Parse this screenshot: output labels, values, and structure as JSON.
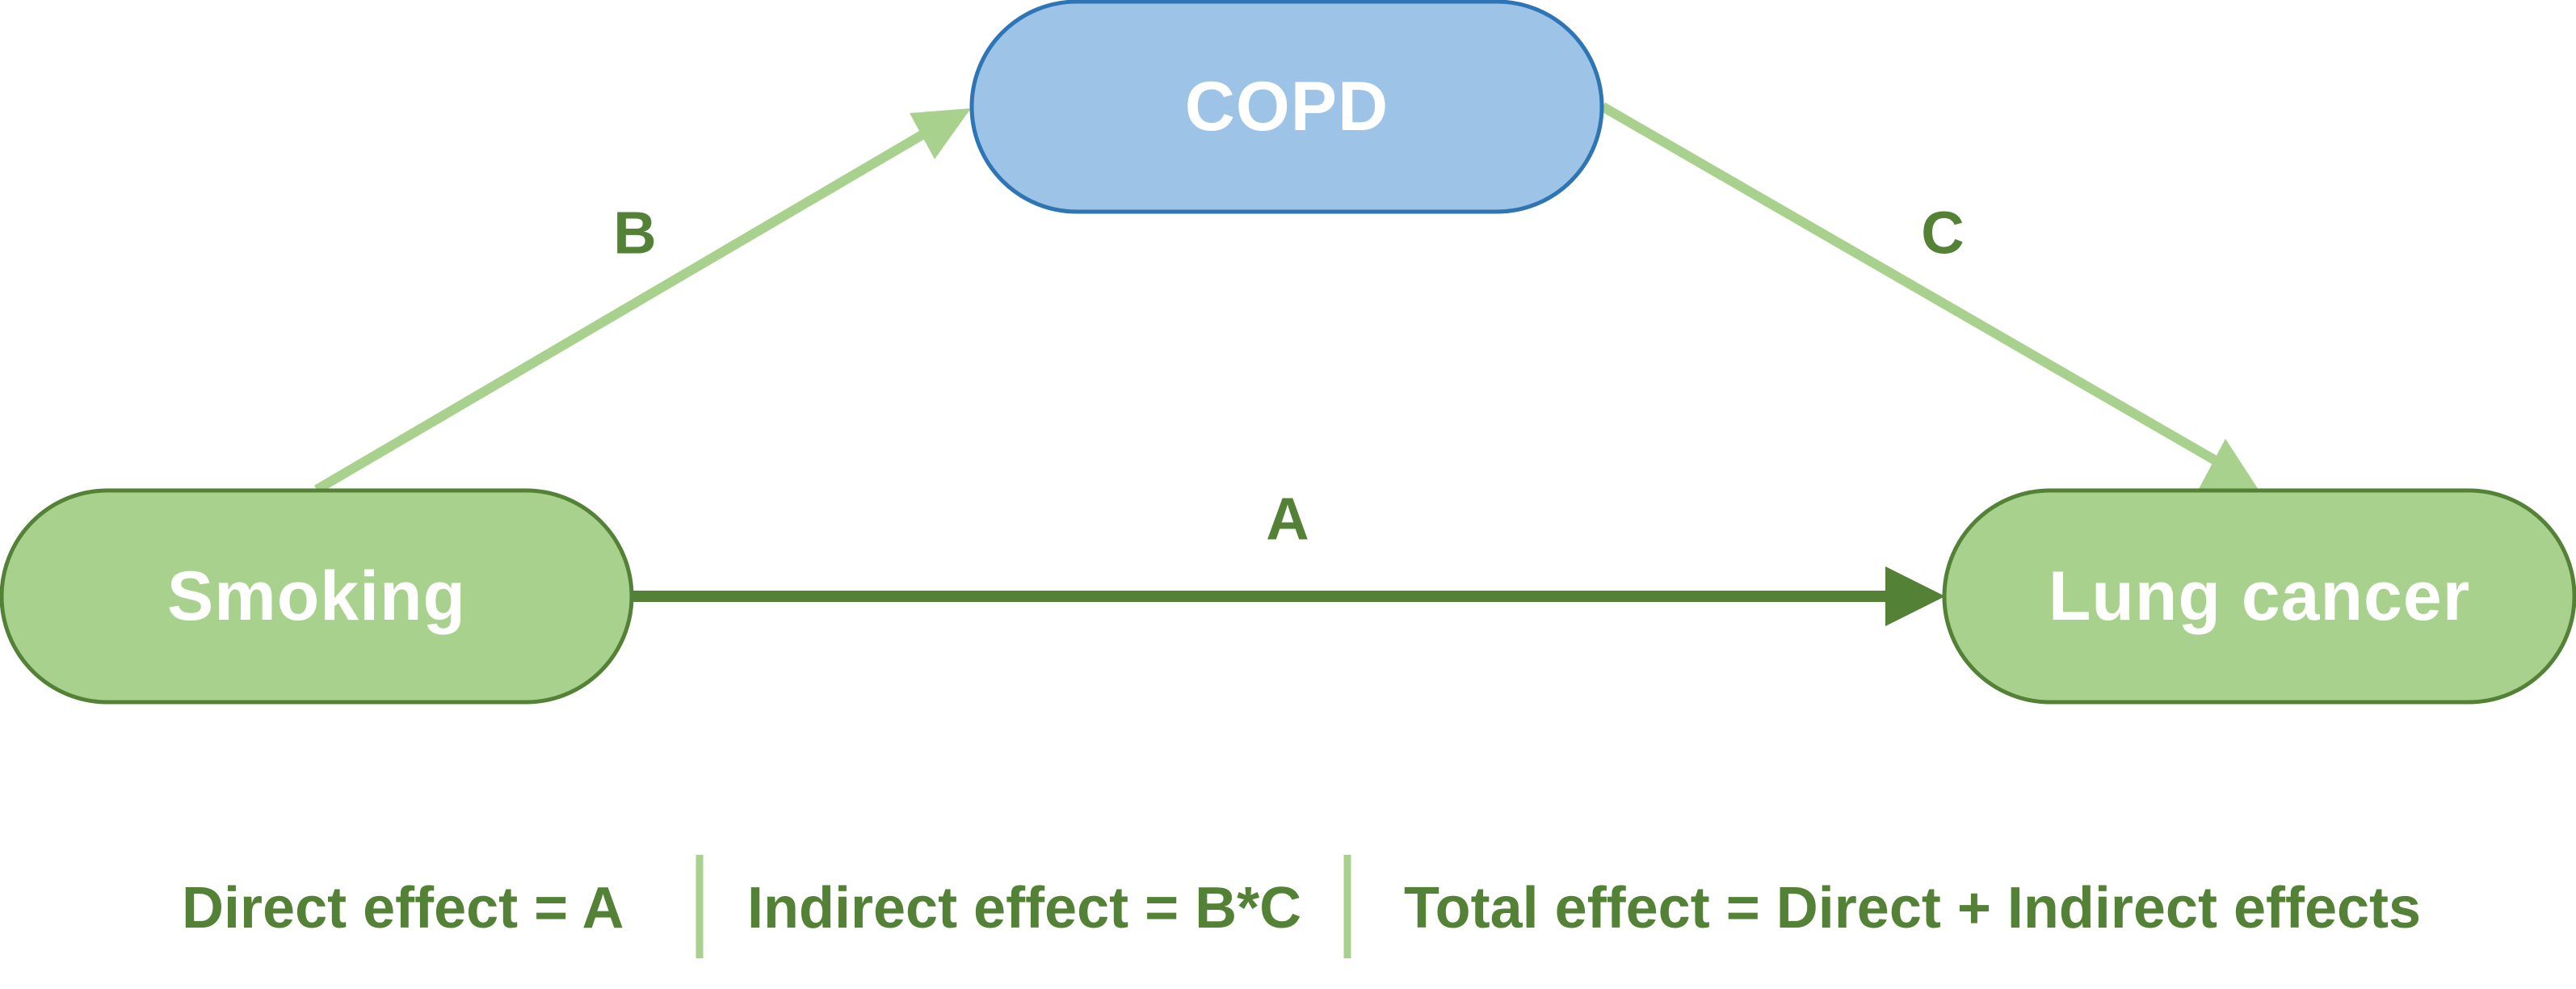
{
  "nodes": {
    "copd": {
      "label": "COPD"
    },
    "smoking": {
      "label": "Smoking"
    },
    "lung_cancer": {
      "label": "Lung cancer"
    }
  },
  "edges": {
    "direct": {
      "label": "A"
    },
    "smoking_to_copd": {
      "label": "B"
    },
    "copd_to_lung_cancer": {
      "label": "C"
    }
  },
  "legend": {
    "direct_effect": "Direct effect = A",
    "indirect_effect": "Indirect effect = B*C",
    "total_effect": "Total effect = Direct + Indirect effects"
  },
  "colors": {
    "dark_green": "#538135",
    "light_green": "#a9d18e",
    "blue_fill": "#9dc3e6",
    "blue_stroke": "#2e75b6",
    "label_white": "#ffffff"
  }
}
